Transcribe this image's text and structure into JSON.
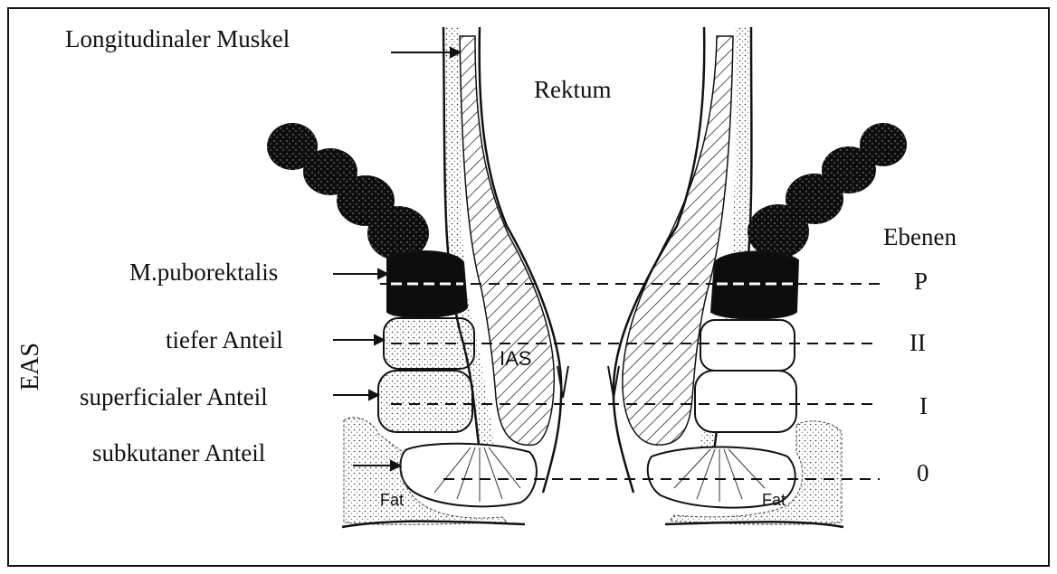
{
  "labels": {
    "longitudinal_muscle": "Longitudinaler Muskel",
    "rectum": "Rektum",
    "puborectalis": "M.puborektalis",
    "deep_part": "tiefer Anteil",
    "superficial_part": "superficialer Anteil",
    "subcutaneous_part": "subkutaner Anteil",
    "eas": "EAS",
    "ias": "IAS",
    "fat_left": "Fat",
    "fat_right": "Fat",
    "planes_title": "Ebenen"
  },
  "planes": [
    "P",
    "II",
    "I",
    "0"
  ],
  "colors": {
    "ink": "#111111",
    "muscle_dark": "#0d0d0d",
    "muscle_light": "#f2f2f2",
    "background": "#ffffff"
  }
}
